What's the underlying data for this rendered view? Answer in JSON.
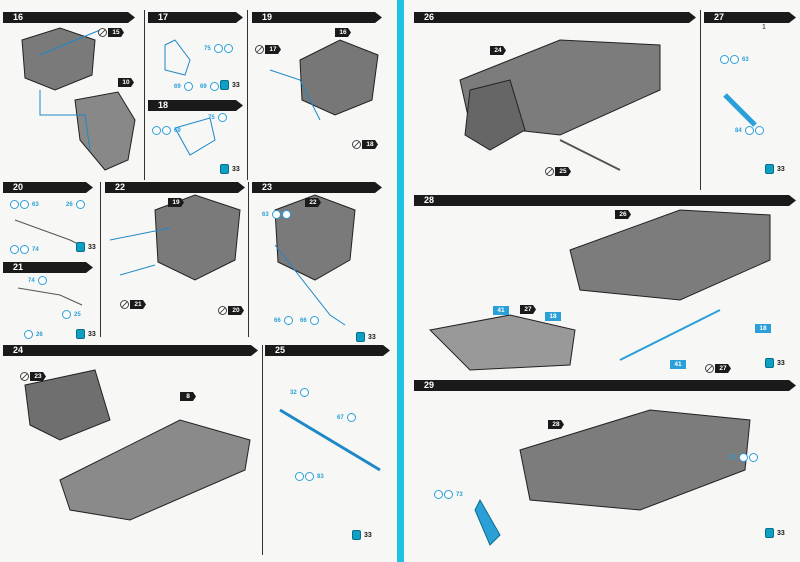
{
  "steps": [
    {
      "number": "16",
      "parts": [
        "15",
        "10"
      ]
    },
    {
      "number": "17",
      "paint_chips": [
        "75",
        "69",
        "69"
      ],
      "paint_ref": "33"
    },
    {
      "number": "18",
      "paint_chips": [
        "69",
        "75"
      ],
      "paint_ref": "33"
    },
    {
      "number": "19",
      "parts": [
        "17",
        "16",
        "18"
      ]
    },
    {
      "number": "20",
      "paint_chips": [
        "63",
        "26",
        "74"
      ],
      "paint_ref": "33"
    },
    {
      "number": "21",
      "paint_chips": [
        "74",
        "26",
        "25"
      ],
      "paint_ref": "33"
    },
    {
      "number": "22",
      "parts": [
        "19",
        "21",
        "20"
      ]
    },
    {
      "number": "23",
      "parts": [
        "22"
      ],
      "paint_chips": [
        "63",
        "66",
        "66"
      ],
      "paint_ref": "33"
    },
    {
      "number": "24",
      "parts": [
        "23",
        "8"
      ]
    },
    {
      "number": "25",
      "paint_chips": [
        "32",
        "67",
        "83"
      ],
      "paint_ref": "33"
    },
    {
      "number": "26",
      "parts": [
        "24",
        "25"
      ]
    },
    {
      "number": "27",
      "sheet_number": "1",
      "paint_chips": [
        "63",
        "84"
      ],
      "paint_ref": "33"
    },
    {
      "number": "28",
      "parts": [
        "26",
        "27",
        "18",
        "41",
        "41",
        "18",
        "27"
      ],
      "paint_ref": "33"
    },
    {
      "number": "29",
      "parts": [
        "28"
      ],
      "paint_chips": [
        "73",
        "32"
      ],
      "paint_ref": "33"
    }
  ],
  "colors": {
    "accent": "#1ec3e3",
    "ink": "#1a1a1a",
    "callout": "#2a9fd8"
  },
  "icons": [
    "paint-can-icon",
    "no-glue-icon"
  ]
}
